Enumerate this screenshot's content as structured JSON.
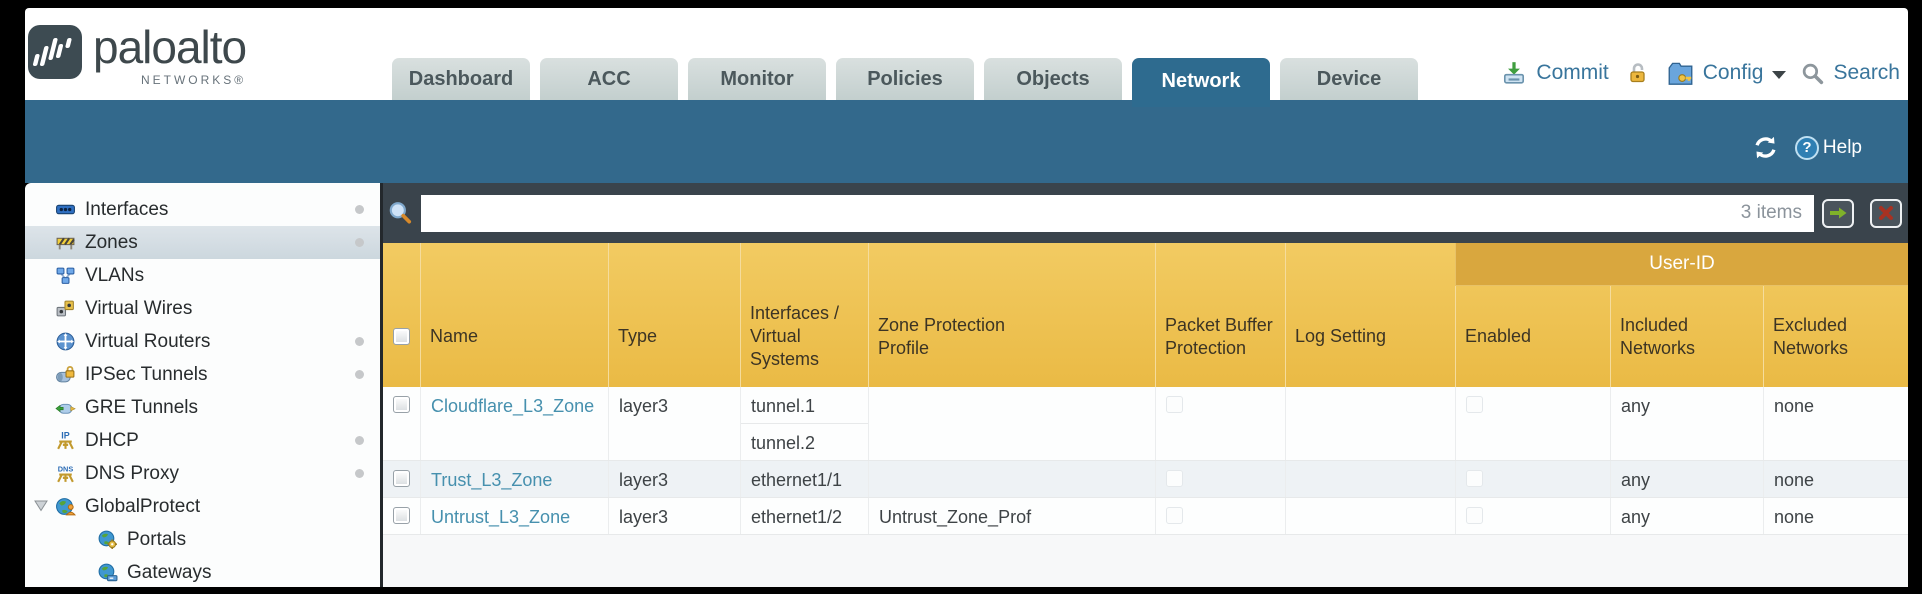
{
  "brand": {
    "name": "paloalto",
    "sub": "NETWORKS®"
  },
  "tabs": [
    {
      "label": "Dashboard",
      "active": false
    },
    {
      "label": "ACC",
      "active": false
    },
    {
      "label": "Monitor",
      "active": false
    },
    {
      "label": "Policies",
      "active": false
    },
    {
      "label": "Objects",
      "active": false
    },
    {
      "label": "Network",
      "active": true
    },
    {
      "label": "Device",
      "active": false
    }
  ],
  "header_actions": {
    "commit": "Commit",
    "config": "Config",
    "search": "Search"
  },
  "band": {
    "help": "Help"
  },
  "sidebar": {
    "items": [
      {
        "label": "Interfaces",
        "icon": "interfaces-icon",
        "dot": true,
        "selected": false
      },
      {
        "label": "Zones",
        "icon": "zones-icon",
        "dot": true,
        "selected": true
      },
      {
        "label": "VLANs",
        "icon": "vlans-icon",
        "dot": false
      },
      {
        "label": "Virtual Wires",
        "icon": "virtual-wires-icon",
        "dot": false
      },
      {
        "label": "Virtual Routers",
        "icon": "virtual-routers-icon",
        "dot": true
      },
      {
        "label": "IPSec Tunnels",
        "icon": "ipsec-tunnels-icon",
        "dot": true
      },
      {
        "label": "GRE Tunnels",
        "icon": "gre-tunnels-icon",
        "dot": false
      },
      {
        "label": "DHCP",
        "icon": "dhcp-icon",
        "dot": true
      },
      {
        "label": "DNS Proxy",
        "icon": "dns-proxy-icon",
        "dot": true
      },
      {
        "label": "GlobalProtect",
        "icon": "globalprotect-icon",
        "dot": false,
        "expanded": true
      },
      {
        "label": "Portals",
        "icon": "portals-icon",
        "dot": false,
        "indent": 1
      },
      {
        "label": "Gateways",
        "icon": "gateways-icon",
        "dot": false,
        "indent": 1
      }
    ]
  },
  "filter": {
    "value": "",
    "count": "3 items"
  },
  "table": {
    "group_header": "User-ID",
    "columns": {
      "name": "Name",
      "type": "Type",
      "interfaces": "Interfaces / Virtual Systems",
      "zone_protection": "Zone Protection Profile",
      "packet_buffer": "Packet Buffer Protection",
      "log_setting": "Log Setting",
      "enabled": "Enabled",
      "included": "Included Networks",
      "excluded": "Excluded Networks"
    },
    "rows": [
      {
        "name": "Cloudflare_L3_Zone",
        "type": "layer3",
        "interfaces": [
          "tunnel.1",
          "tunnel.2"
        ],
        "zone_protection": "",
        "log_setting": "",
        "included": "any",
        "excluded": "none"
      },
      {
        "name": "Trust_L3_Zone",
        "type": "layer3",
        "interfaces": [
          "ethernet1/1"
        ],
        "zone_protection": "",
        "log_setting": "",
        "included": "any",
        "excluded": "none"
      },
      {
        "name": "Untrust_L3_Zone",
        "type": "layer3",
        "interfaces": [
          "ethernet1/2"
        ],
        "zone_protection": "Untrust_Zone_Prof",
        "log_setting": "",
        "included": "any",
        "excluded": "none"
      }
    ]
  },
  "colors": {
    "band_blue": "#33698c",
    "active_tab": "#2e6b8f",
    "header_gold": "#eec051",
    "group_gold": "#d9a73e",
    "filter_bar": "#3a444c",
    "link": "#4690ae",
    "selected_item": "#ccd7de",
    "go_green": "#7fb22a",
    "clear_red": "#a83222"
  }
}
